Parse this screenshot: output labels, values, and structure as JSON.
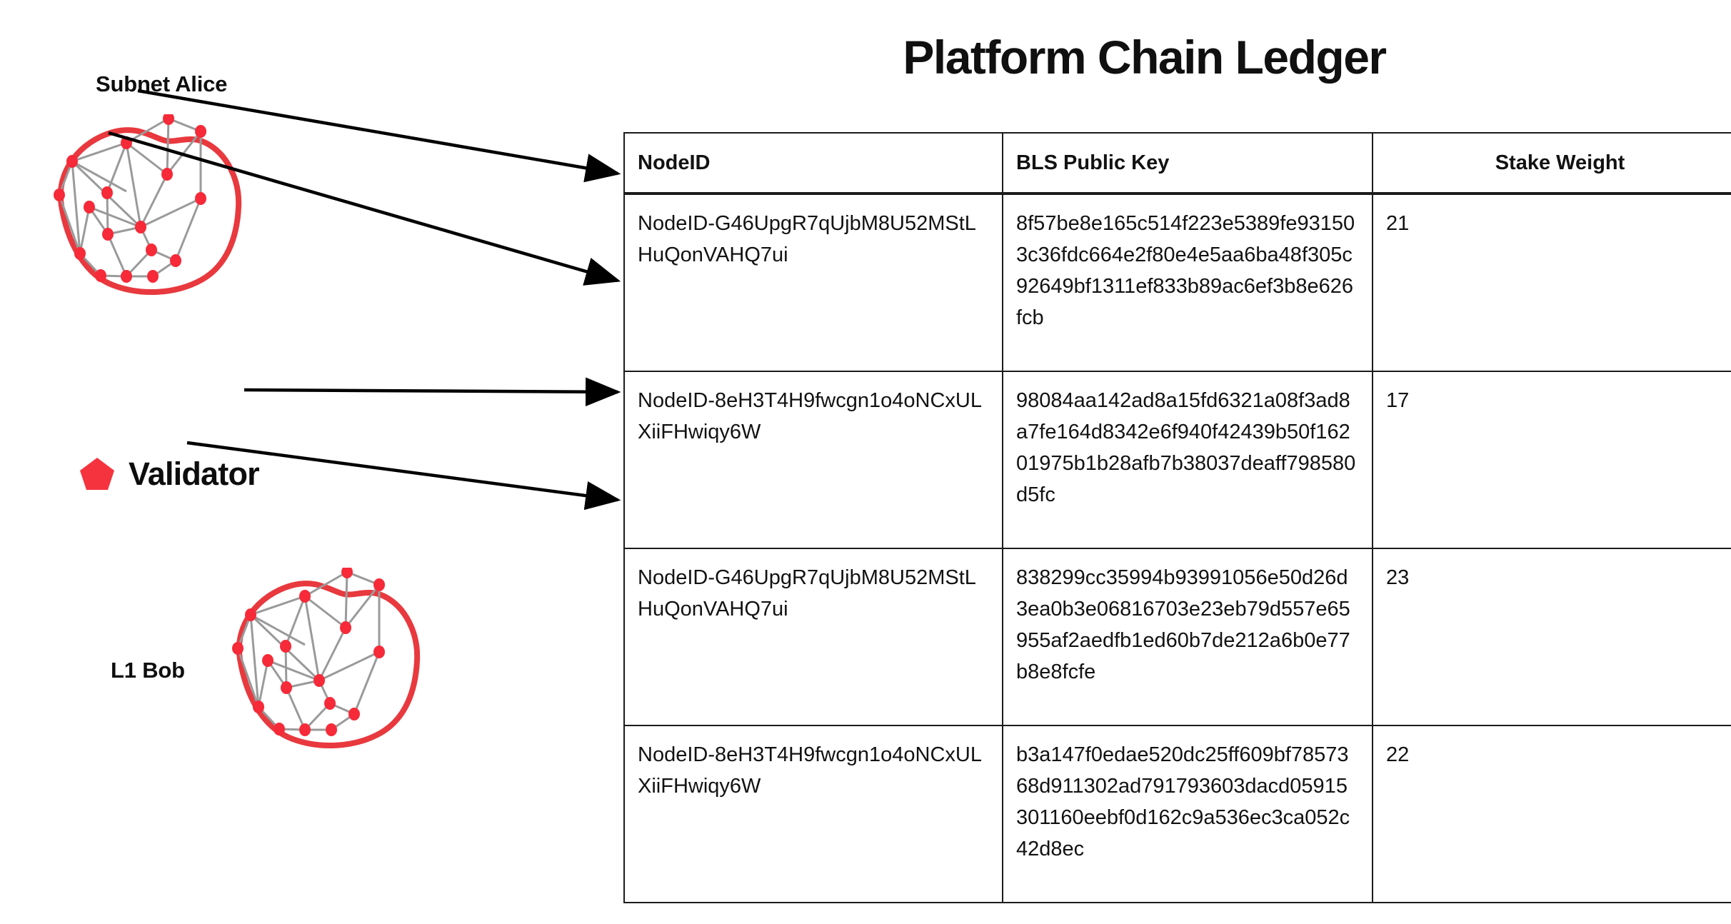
{
  "title": "Platform Chain Ledger",
  "groups": [
    {
      "id": "subnet-alice",
      "label": "Subnet Alice"
    },
    {
      "id": "l1-bob",
      "label": "L1 Bob"
    }
  ],
  "legend": {
    "icon": "pentagon-icon",
    "label": "Validator",
    "color": "#F5333F"
  },
  "colors": {
    "validator_node": "#F62A38",
    "blob_outline": "#E8393E",
    "edge": "#9A9A9A",
    "arrow": "#000000",
    "table_border": "#1b1b1b",
    "text": "#121212"
  },
  "table": {
    "columns": [
      "NodeID",
      "BLS Public Key",
      "Stake Weight"
    ],
    "rows": [
      {
        "node_id": "NodeID-G46UpgR7qUjbM8U52MStLHuQonVAHQ7ui",
        "bls_public_key": "8f57be8e165c514f223e5389fe931503c36fdc664e2f80e4e5aa6ba48f305c92649bf1311ef833b89ac6ef3b8e626fcb",
        "stake_weight": "21"
      },
      {
        "node_id": "NodeID-8eH3T4H9fwcgn1o4oNCxULXiiFHwiqy6W",
        "bls_public_key": "98084aa142ad8a15fd6321a08f3ad8a7fe164d8342e6f940f42439b50f16201975b1b28afb7b38037deaff798580d5fc",
        "stake_weight": "17"
      },
      {
        "node_id": "NodeID-G46UpgR7qUjbM8U52MStLHuQonVAHQ7ui",
        "bls_public_key": "838299cc35994b93991056e50d26d3ea0b3e06816703e23eb79d557e65955af2aedfb1ed60b7de212a6b0e77b8e8fcfe",
        "stake_weight": "23"
      },
      {
        "node_id": "NodeID-8eH3T4H9fwcgn1o4oNCxULXiiFHwiqy6W",
        "bls_public_key": "b3a147f0edae520dc25ff609bf7857368d911302ad791793603dacd05915301160eebf0d162c9a536ec3ca052c42d8ec",
        "stake_weight": "22"
      }
    ]
  },
  "arrows": [
    {
      "name": "arrow-alice-node-top-to-row1",
      "from": [
        193,
        127
      ],
      "to": [
        869,
        243
      ]
    },
    {
      "name": "arrow-alice-node-mid-to-row2",
      "from": [
        152,
        186
      ],
      "to": [
        869,
        393
      ]
    },
    {
      "name": "arrow-bob-node-top-to-row3",
      "from": [
        342,
        546
      ],
      "to": [
        869,
        547
      ]
    },
    {
      "name": "arrow-bob-node-mid-to-row4",
      "from": [
        262,
        620
      ],
      "to": [
        869,
        697
      ]
    }
  ]
}
